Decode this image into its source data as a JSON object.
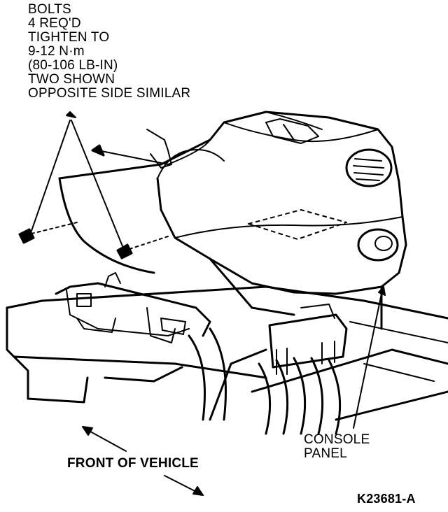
{
  "callouts": {
    "bolts": [
      "BOLTS",
      "4 REQ'D",
      "TIGHTEN TO",
      "9-12 N·m",
      "(80-106 LB-IN)",
      "TWO SHOWN",
      "OPPOSITE SIDE SIMILAR"
    ],
    "console_panel": [
      "CONSOLE",
      "PANEL"
    ],
    "front_of_vehicle": "FRONT OF VEHICLE",
    "figure_id": "K23681-A"
  },
  "colors": {
    "ink": "#000000",
    "paper": "#ffffff"
  }
}
